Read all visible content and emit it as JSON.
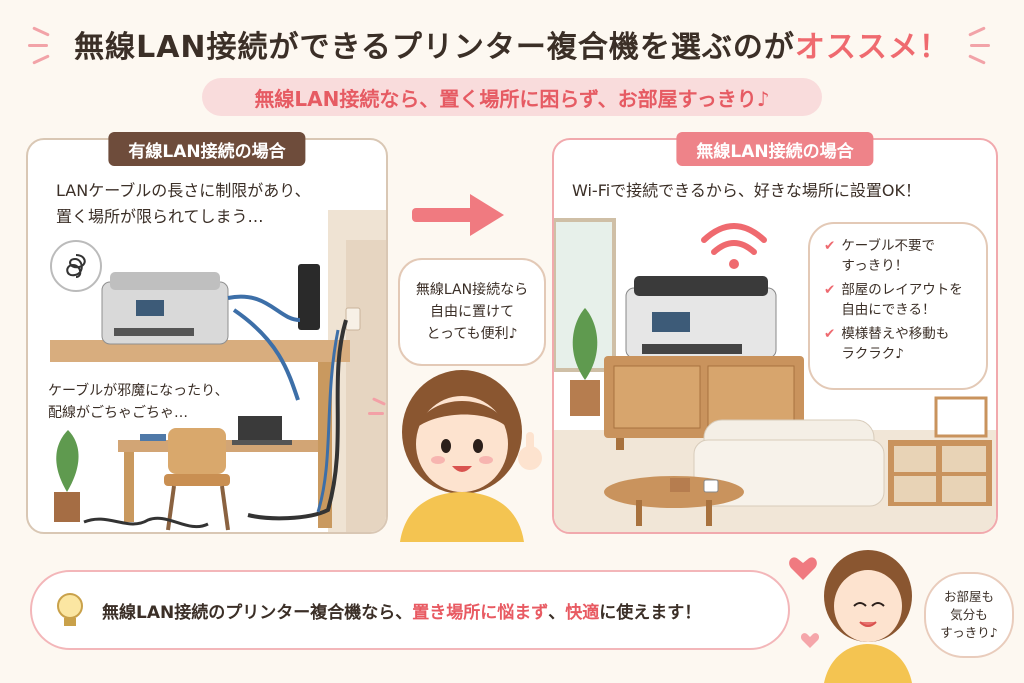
{
  "title": {
    "main": "無線LAN接続ができるプリンター複合機を選ぶのが",
    "accent": "オススメ！"
  },
  "subtitle": "無線LAN接続なら、置く場所に困らず、お部屋すっきり♪",
  "wired_panel": {
    "header": "有線LAN接続の場合",
    "text_line1": "LANケーブルの長さに制限があり、",
    "text_line2": "置く場所が限られてしまう…",
    "caption_line1": "ケーブルが邪魔になったり、",
    "caption_line2": "配線がごちゃごちゃ…"
  },
  "wireless_panel": {
    "header": "無線LAN接続の場合",
    "text": "Wi-Fiで接続できるから、好きな場所に設置OK！",
    "benefits": [
      {
        "line1": "ケーブル不要で",
        "line2": "すっきり！"
      },
      {
        "line1": "部屋のレイアウトを",
        "line2": "自由にできる！"
      },
      {
        "line1": "模様替えや移動も",
        "line2": "ラクラク♪"
      }
    ]
  },
  "center_bubble": {
    "line1": "無線LAN接続なら",
    "line2": "自由に置けて",
    "line3": "とっても便利♪"
  },
  "bottom_banner": {
    "part1": "無線LAN接続のプリンター複合機なら、",
    "hl1": "置き場所に悩まず",
    "part2": "、",
    "hl2": "快適",
    "part3": "に使えます！"
  },
  "small_bubble": {
    "line1": "お部屋も",
    "line2": "気分も",
    "line3": "すっきり♪"
  },
  "colors": {
    "accent": "#ef6a6f",
    "wired_header": "#6e4c3b",
    "wireless_header": "#ee8389",
    "cable": "#3d6fa8"
  },
  "icons": [
    "tangle-icon",
    "wifi-icon",
    "lightbulb-icon",
    "heart-icon",
    "arrow-right-icon",
    "check-icon"
  ]
}
